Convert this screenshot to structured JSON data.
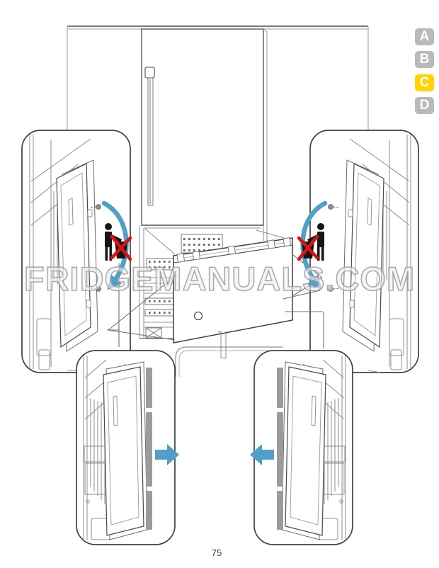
{
  "document": {
    "watermark": "FRIDGEMANUALS.COM",
    "page_number": "75"
  },
  "step_badges": [
    {
      "label": "A",
      "highlighted": false
    },
    {
      "label": "B",
      "highlighted": false
    },
    {
      "label": "C",
      "highlighted": true
    },
    {
      "label": "D",
      "highlighted": false
    }
  ],
  "colors": {
    "accent_blue": "#4F9FC8",
    "badge_gray": "#B9B9B9",
    "badge_highlight_yellow": "#FFD400",
    "prohibition_red": "#D61414",
    "gasket_gray": "#9B9B9B"
  }
}
